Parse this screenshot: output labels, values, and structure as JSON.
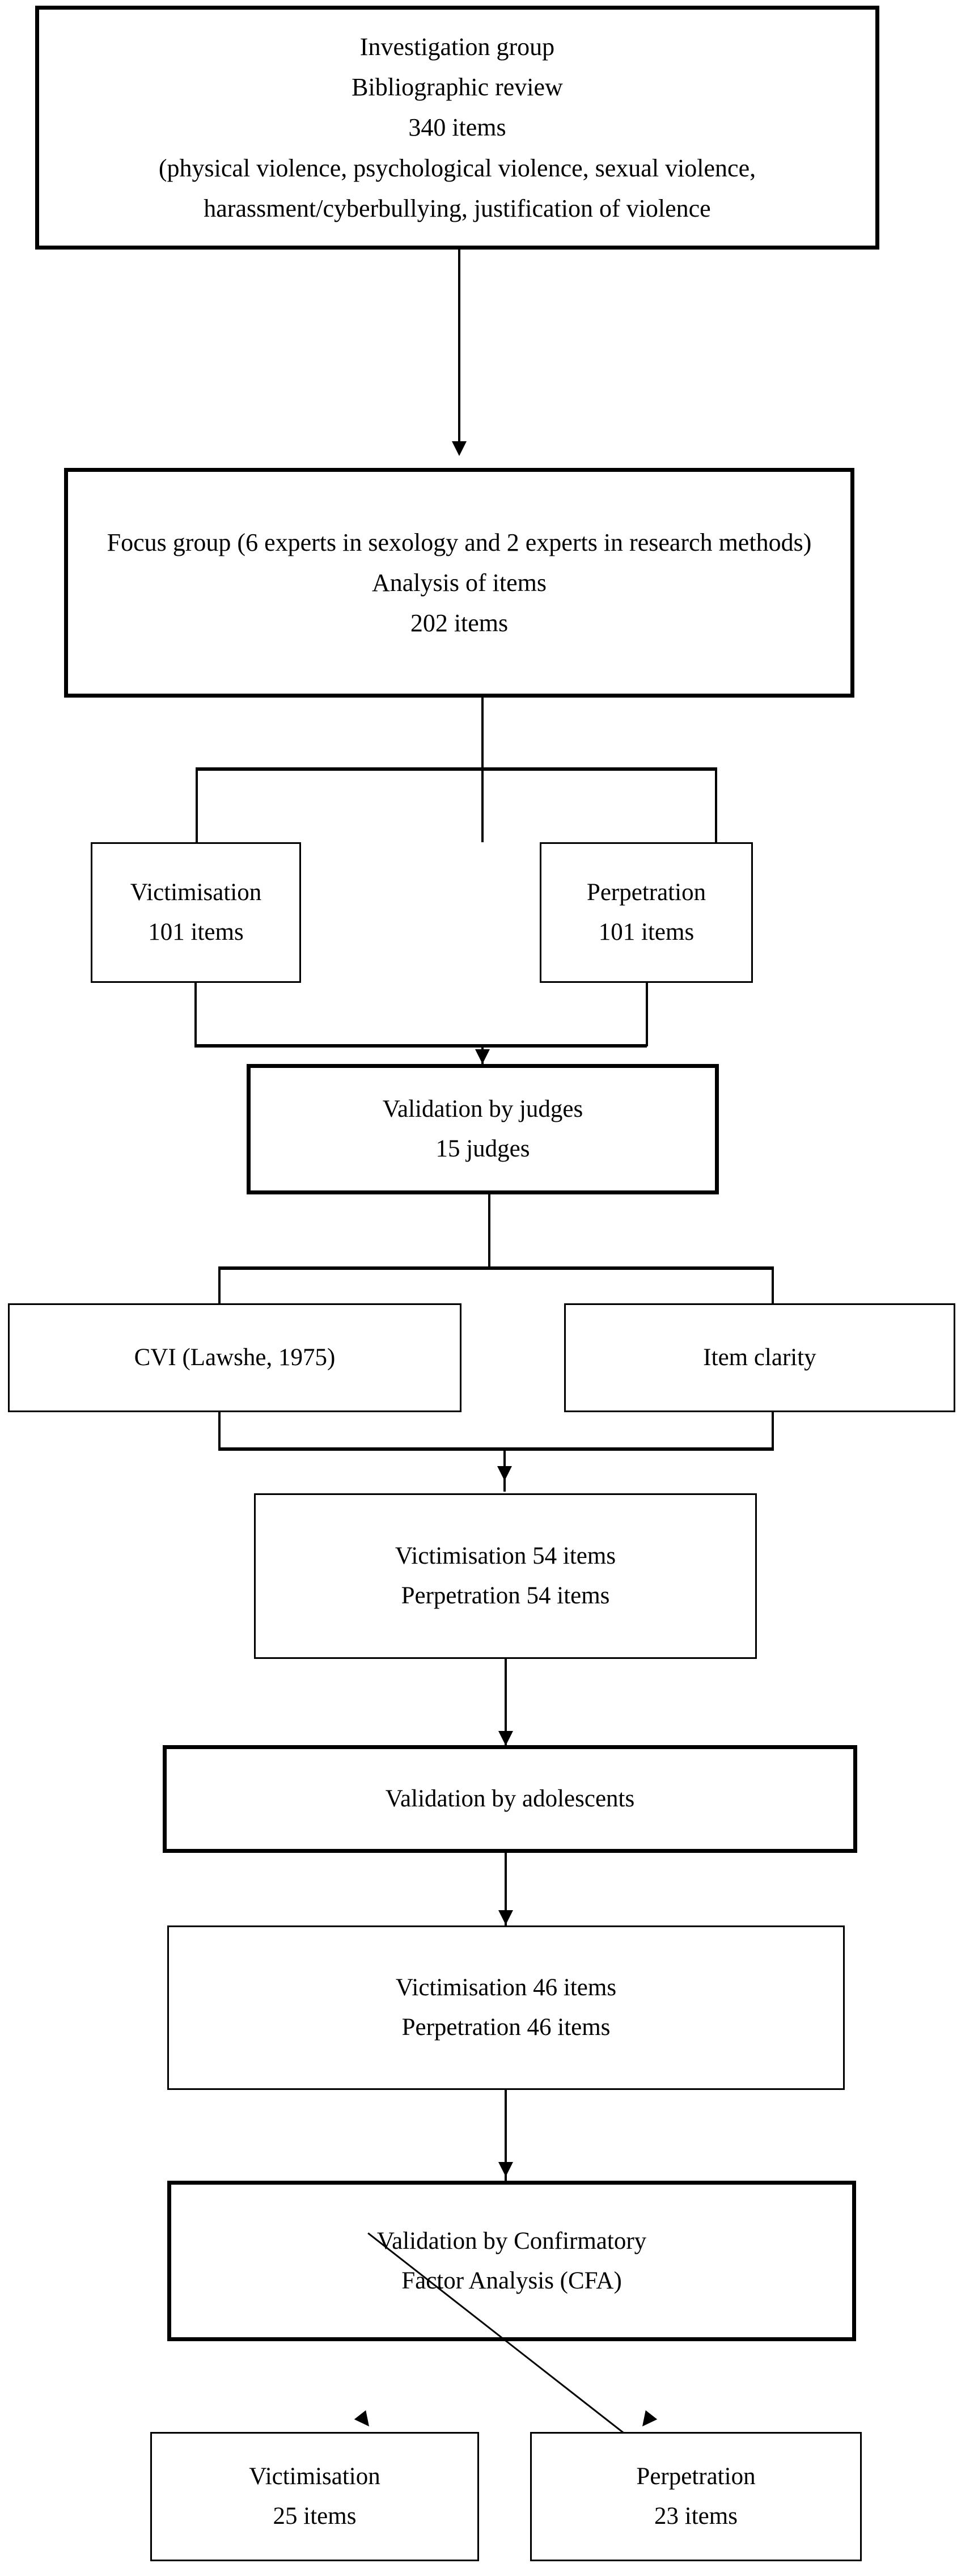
{
  "diagram": {
    "title": "Instrument development and validation flowchart",
    "type": "flowchart",
    "colors": {
      "background": "#ffffff",
      "stroke": "#000000",
      "text": "#000000"
    },
    "nodes": {
      "investigation_group": {
        "lines": [
          "Investigation group",
          "Bibliographic review",
          "340 items",
          "(physical violence, psychological violence, sexual violence, harassment/cyberbullying, justification of violence"
        ]
      },
      "focus_group": {
        "lines": [
          "Focus group (6 experts in sexology and 2 experts in research methods)",
          "Analysis of items",
          "202 items"
        ]
      },
      "victimisation_101": {
        "lines": [
          "Victimisation",
          "101 items"
        ]
      },
      "perpetration_101": {
        "lines": [
          "Perpetration",
          "101 items"
        ]
      },
      "validation_judges": {
        "lines": [
          "Validation by judges",
          "15 judges"
        ]
      },
      "cvi": {
        "lines": [
          "CVI (Lawshe, 1975)"
        ]
      },
      "item_clarity": {
        "lines": [
          "Item clarity"
        ]
      },
      "items_54": {
        "lines": [
          "Victimisation 54 items",
          "Perpetration 54 items"
        ]
      },
      "validation_adolescents": {
        "lines": [
          "Validation by adolescents"
        ]
      },
      "items_46": {
        "lines": [
          "Victimisation 46 items",
          "Perpetration 46 items"
        ]
      },
      "validation_cfa": {
        "lines": [
          "Validation by Confirmatory",
          "Factor Analysis (CFA)"
        ]
      },
      "victimisation_25": {
        "lines": [
          "Victimisation",
          "25 items"
        ]
      },
      "perpetration_23": {
        "lines": [
          "Perpetration",
          "23 items"
        ]
      }
    }
  },
  "chart_data": {
    "type": "diagram-flow",
    "title": "Instrument development and validation flowchart",
    "stages": [
      {
        "id": "investigation_group",
        "label": "Investigation group / Bibliographic review",
        "items": 340,
        "detail": "physical violence, psychological violence, sexual violence, harassment/cyberbullying, justification of violence"
      },
      {
        "id": "focus_group",
        "label": "Focus group (6 experts in sexology and 2 experts in research methods) — Analysis of items",
        "items": 202
      },
      {
        "id": "victimisation_101",
        "label": "Victimisation",
        "items": 101
      },
      {
        "id": "perpetration_101",
        "label": "Perpetration",
        "items": 101
      },
      {
        "id": "validation_judges",
        "label": "Validation by judges",
        "judges": 15
      },
      {
        "id": "cvi",
        "label": "CVI (Lawshe, 1975)"
      },
      {
        "id": "item_clarity",
        "label": "Item clarity"
      },
      {
        "id": "items_54",
        "label": "Victimisation / Perpetration",
        "items": 54
      },
      {
        "id": "validation_adolescents",
        "label": "Validation by adolescents"
      },
      {
        "id": "items_46",
        "label": "Victimisation / Perpetration",
        "items": 46
      },
      {
        "id": "validation_cfa",
        "label": "Validation by Confirmatory Factor Analysis (CFA)"
      },
      {
        "id": "victimisation_25",
        "label": "Victimisation",
        "items": 25
      },
      {
        "id": "perpetration_23",
        "label": "Perpetration",
        "items": 23
      }
    ],
    "edges": [
      {
        "from": "investigation_group",
        "to": "focus_group"
      },
      {
        "from": "focus_group",
        "to": "victimisation_101"
      },
      {
        "from": "focus_group",
        "to": "perpetration_101"
      },
      {
        "from": "victimisation_101",
        "to": "validation_judges"
      },
      {
        "from": "perpetration_101",
        "to": "validation_judges"
      },
      {
        "from": "validation_judges",
        "to": "cvi"
      },
      {
        "from": "validation_judges",
        "to": "item_clarity"
      },
      {
        "from": "cvi",
        "to": "items_54"
      },
      {
        "from": "item_clarity",
        "to": "items_54"
      },
      {
        "from": "items_54",
        "to": "validation_adolescents"
      },
      {
        "from": "validation_adolescents",
        "to": "items_46"
      },
      {
        "from": "items_46",
        "to": "validation_cfa"
      },
      {
        "from": "validation_cfa",
        "to": "victimisation_25"
      },
      {
        "from": "validation_cfa",
        "to": "perpetration_23"
      }
    ]
  }
}
